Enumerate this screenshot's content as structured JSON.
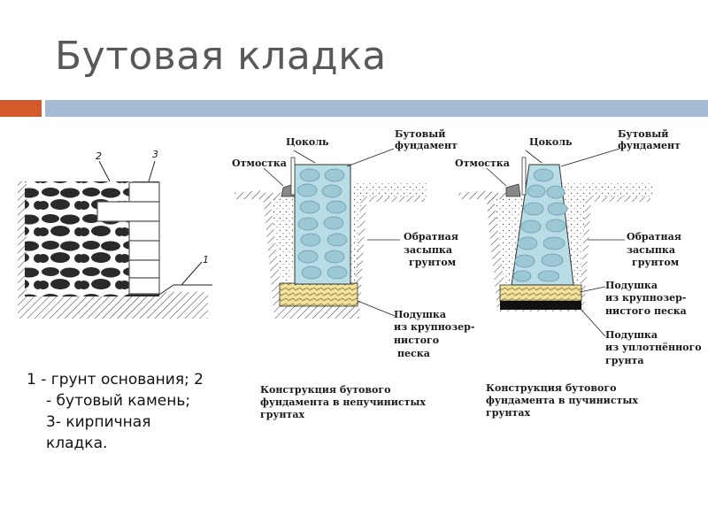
{
  "slide": {
    "title": "Бутовая кладка"
  },
  "accent_colors": {
    "orange": "#d35a2a",
    "blue": "#a4bcd3",
    "stone_fill": "#b9dde6",
    "sand_fill": "#f2e2a0"
  },
  "legend": {
    "lines": [
      "1 - грунт основания; 2",
      "- бутовый камень;",
      "3- кирпичная",
      "кладка."
    ],
    "markers": [
      "2",
      "3",
      "1"
    ]
  },
  "diagram_left": {
    "labels": {
      "socle": "Цоколь",
      "rubble_1": "Бутовый",
      "rubble_2": "фундамент",
      "blind_area": "Отмостка",
      "backfill_1": "Обратная",
      "backfill_2": "засыпка",
      "backfill_3": "грунтом",
      "cushion_1": "Подушка",
      "cushion_2": "из крупнозер-",
      "cushion_3": "нистого",
      "cushion_4": "песка"
    },
    "caption": [
      "Конструкция бутового",
      "фундамента в непучинистых",
      "грунтах"
    ]
  },
  "diagram_right": {
    "labels": {
      "socle": "Цоколь",
      "rubble_1": "Бутовый",
      "rubble_2": "фундамент",
      "blind_area": "Отмостка",
      "backfill_1": "Обратная",
      "backfill_2": "засыпка",
      "backfill_3": "грунтом",
      "cushion_1": "Подушка",
      "cushion_2": "из крупнозер-",
      "cushion_3": "нистого песка",
      "compacted_1": "Подушка",
      "compacted_2": "из уплотнённого",
      "compacted_3": "грунта"
    },
    "caption": [
      "Конструкция бутового",
      "фундамента в пучинистых",
      "грунтах"
    ]
  }
}
